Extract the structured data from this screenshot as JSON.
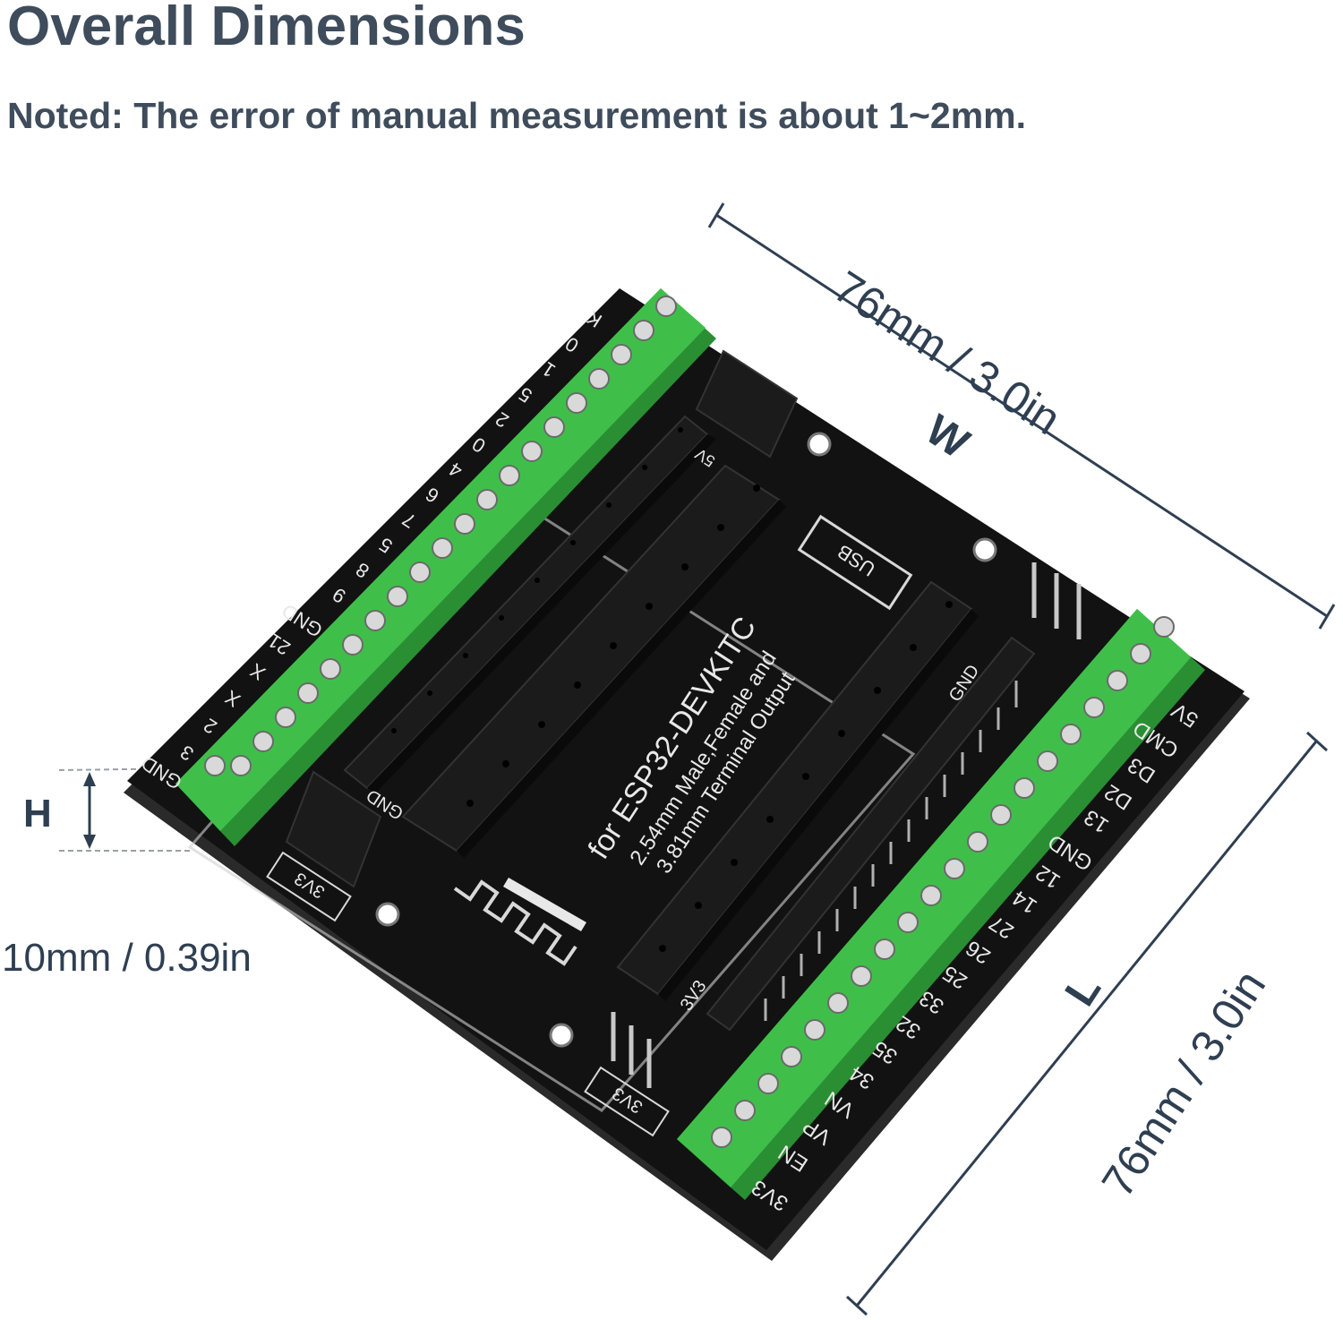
{
  "header": {
    "title": "Overall Dimensions",
    "note": "Noted: The error of manual measurement is about 1~2mm."
  },
  "dimensions": {
    "width": {
      "letter": "W",
      "value": "76mm / 3.0in"
    },
    "length": {
      "letter": "L",
      "value": "76mm / 3.0in"
    },
    "height": {
      "letter": "H",
      "value": "10mm / 0.39in"
    }
  },
  "board": {
    "title": "for ESP32-DEVKITC",
    "subtitle_1": "2.54mm Male,Female and",
    "subtitle_2": "3.81mm Terminal Output",
    "usb_label": "USB",
    "label_3v3": "3V3",
    "label_5v": "5V",
    "label_gnd": "GND",
    "right_pins": [
      "5V",
      "CMD",
      "D3",
      "D2",
      "13",
      "GND",
      "12",
      "14",
      "27",
      "26",
      "25",
      "33",
      "32",
      "35",
      "34",
      "VN",
      "VP",
      "EN",
      "3V3"
    ],
    "left_pins": [
      "GND",
      "3",
      "2",
      "X",
      "X",
      "21",
      "GND",
      "9",
      "8",
      "5",
      "7",
      "6",
      "4",
      "0",
      "2",
      "5",
      "1",
      "0",
      "K"
    ],
    "colors": {
      "pcb": "#111111",
      "terminal": "#3fbf4a",
      "terminal_dark": "#2a8f33",
      "header": "#1b1b1b"
    }
  }
}
